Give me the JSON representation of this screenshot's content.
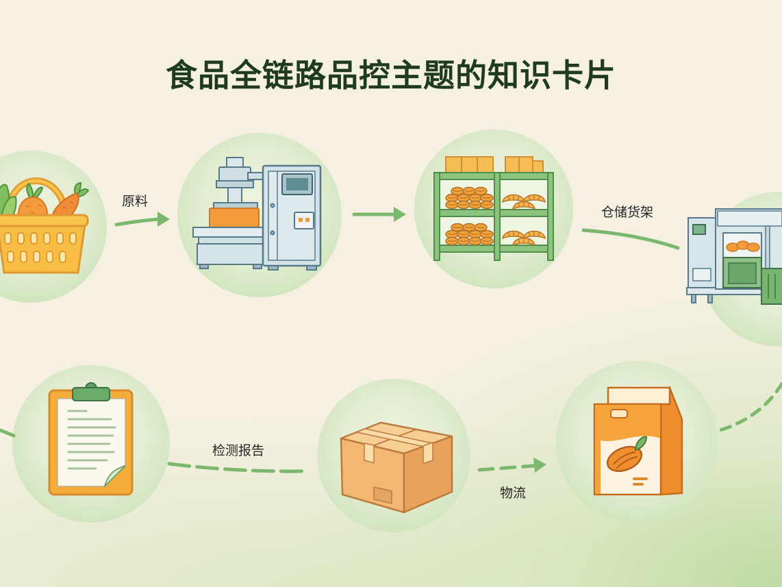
{
  "title": "食品全链路品控主题的知识卡片",
  "labels": {
    "raw_material": "原料",
    "storage_shelf": "仓储货架",
    "inspection_report": "检测报告",
    "logistics": "物流"
  },
  "nodes": [
    {
      "icon": "vegetable-basket-icon"
    },
    {
      "icon": "processing-machine-icon"
    },
    {
      "icon": "storage-shelf-icon"
    },
    {
      "icon": "packaging-machine-icon"
    },
    {
      "icon": "food-bag-icon"
    },
    {
      "icon": "shipping-box-icon"
    },
    {
      "icon": "clipboard-report-icon"
    }
  ],
  "colors": {
    "title": "#1e3a20",
    "flow_line": "#7bb86d",
    "node_fill": "#e3edd2",
    "accent_orange": "#f3a03a",
    "background": "#f5f0e1"
  }
}
